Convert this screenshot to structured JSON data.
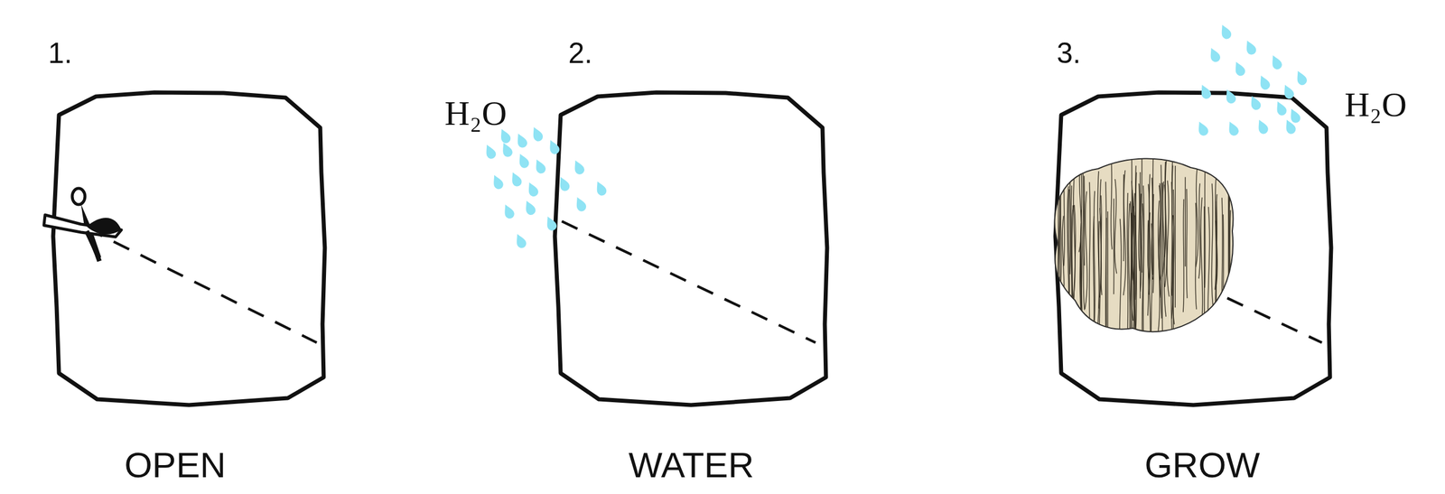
{
  "diagram": {
    "labels": [
      "1.",
      "2.",
      "3.",
      "H₂O",
      "H₂O",
      "OPEN",
      "WATER",
      "GROW"
    ]
  }
}
